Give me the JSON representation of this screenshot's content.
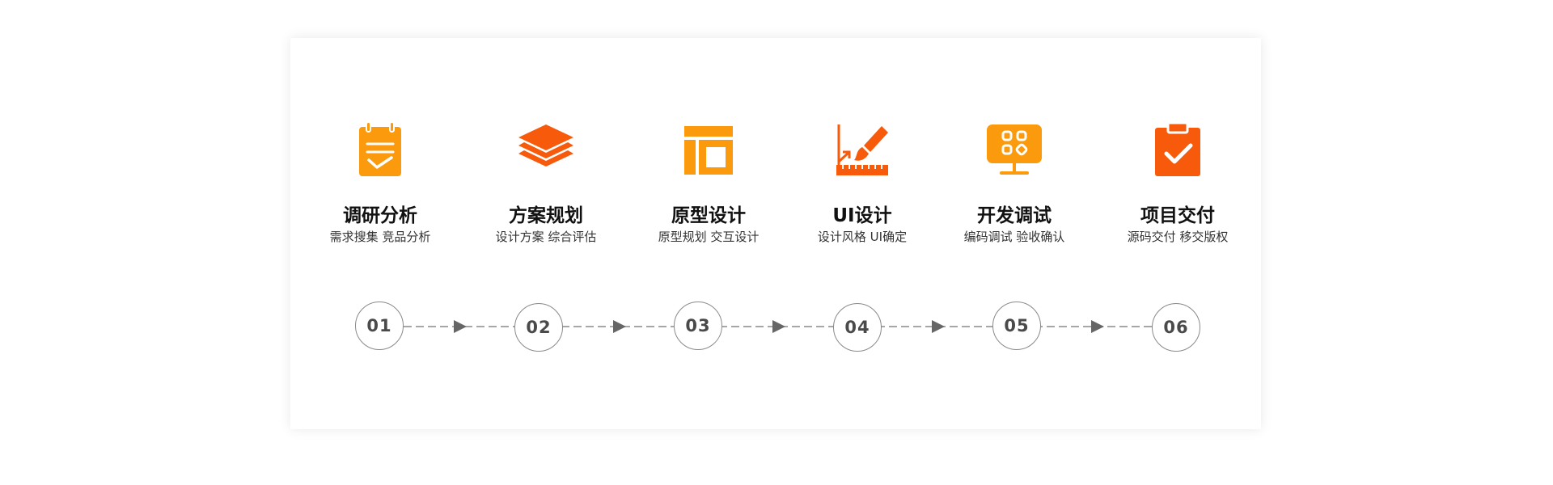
{
  "steps": [
    {
      "title": "调研分析",
      "sub": "需求搜集 竞品分析",
      "num": "01",
      "icon": "notepad-check-icon",
      "color": "#FA9A0C"
    },
    {
      "title": "方案规划",
      "sub": "设计方案 综合评估",
      "num": "02",
      "icon": "layers-icon",
      "color": "#F65A0A"
    },
    {
      "title": "原型设计",
      "sub": "原型规划 交互设计",
      "num": "03",
      "icon": "layout-icon",
      "color": "#FA9A0C"
    },
    {
      "title": "UI设计",
      "sub": "设计风格 UI确定",
      "num": "04",
      "icon": "ruler-brush-icon",
      "color": "#F65A0A"
    },
    {
      "title": "开发调试",
      "sub": "编码调试 验收确认",
      "num": "05",
      "icon": "monitor-icon",
      "color": "#FA9A0C"
    },
    {
      "title": "项目交付",
      "sub": "源码交付 移交版权",
      "num": "06",
      "icon": "clipboard-check-icon",
      "color": "#F65A0A"
    }
  ],
  "colors": {
    "orange": "#FA9A0C",
    "red_orange": "#F65A0A",
    "line": "#7a7a7a"
  }
}
